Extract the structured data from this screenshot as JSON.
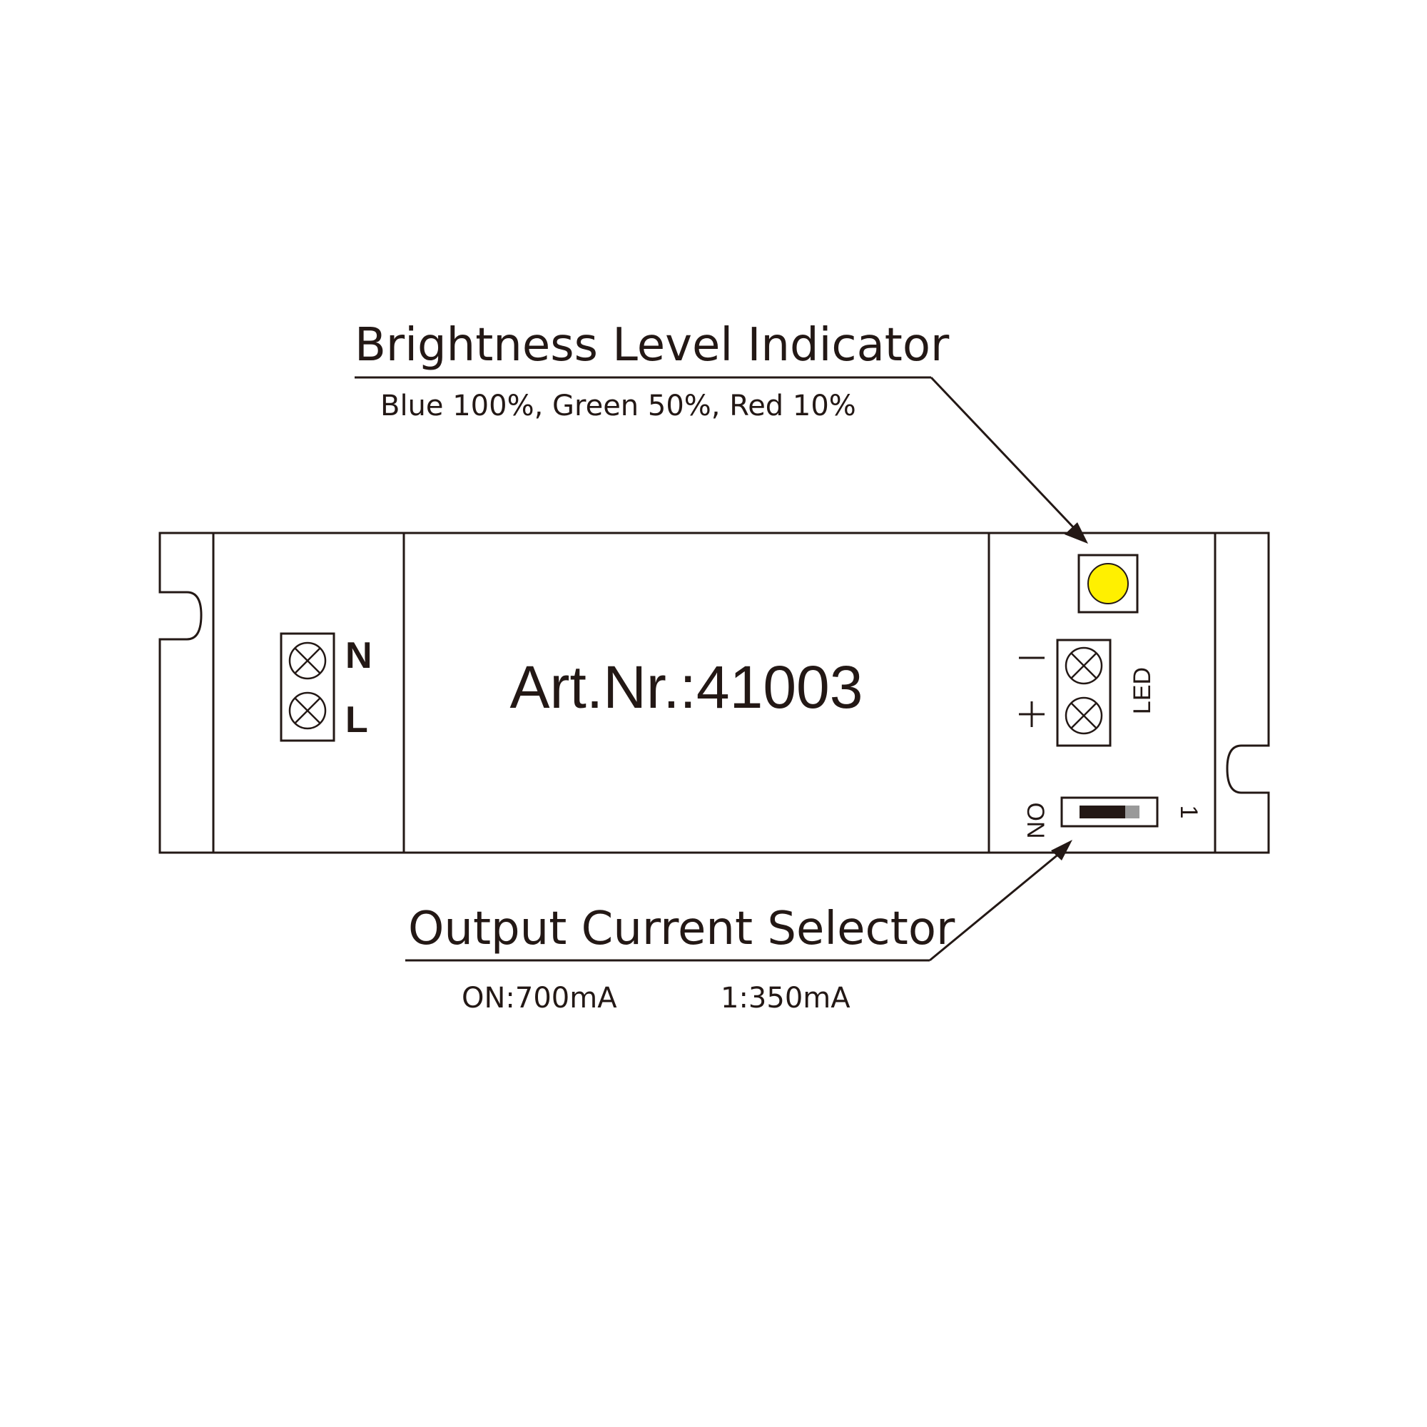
{
  "brightness_callout": {
    "title": "Brightness Level Indicator",
    "subtitle": "Blue 100%, Green 50%, Red 10%"
  },
  "current_callout": {
    "title": "Output Current Selector",
    "option_on": "ON:700mA",
    "option_1": "1:350mA"
  },
  "device": {
    "article_number": "Art.Nr.:41003",
    "input_terminals": {
      "top": "N",
      "bottom": "L"
    },
    "output_terminals": {
      "minus": "—",
      "plus": "+",
      "label": "LED"
    },
    "switch": {
      "on_label": "ON",
      "one_label": "1"
    }
  },
  "colors": {
    "ink": "#231815",
    "indicator_led": "#fff000",
    "switch_knob": "#999999"
  }
}
